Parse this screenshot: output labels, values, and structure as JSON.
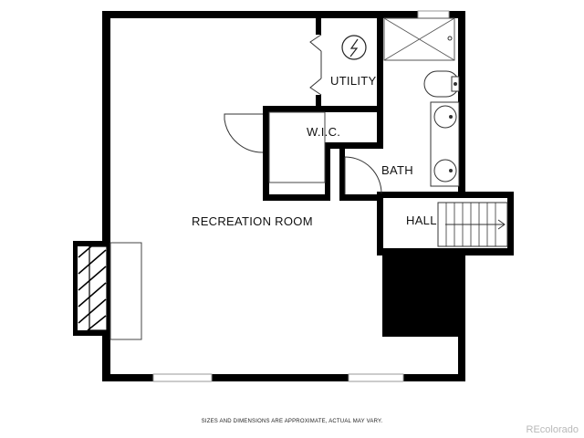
{
  "floorplan": {
    "rooms": [
      {
        "id": "recreation",
        "label": "RECREATION ROOM"
      },
      {
        "id": "utility",
        "label": "UTILITY"
      },
      {
        "id": "wic",
        "label": "W.I.C."
      },
      {
        "id": "bath",
        "label": "BATH"
      },
      {
        "id": "hall",
        "label": "HALL"
      }
    ],
    "fixtures": [
      "water-heater-icon",
      "shower-icon",
      "toilet-icon",
      "sink-icon",
      "sink-icon",
      "fireplace-icon",
      "stairs-arrow-icon"
    ],
    "colors": {
      "wall": "#000000",
      "floor": "#ffffff",
      "window": "#9a9a9a",
      "brand": "#b9b9b9"
    }
  },
  "footer": {
    "disclaimer": "SIZES AND DIMENSIONS ARE APPROXIMATE, ACTUAL MAY VARY.",
    "brand": "REcolorado"
  }
}
